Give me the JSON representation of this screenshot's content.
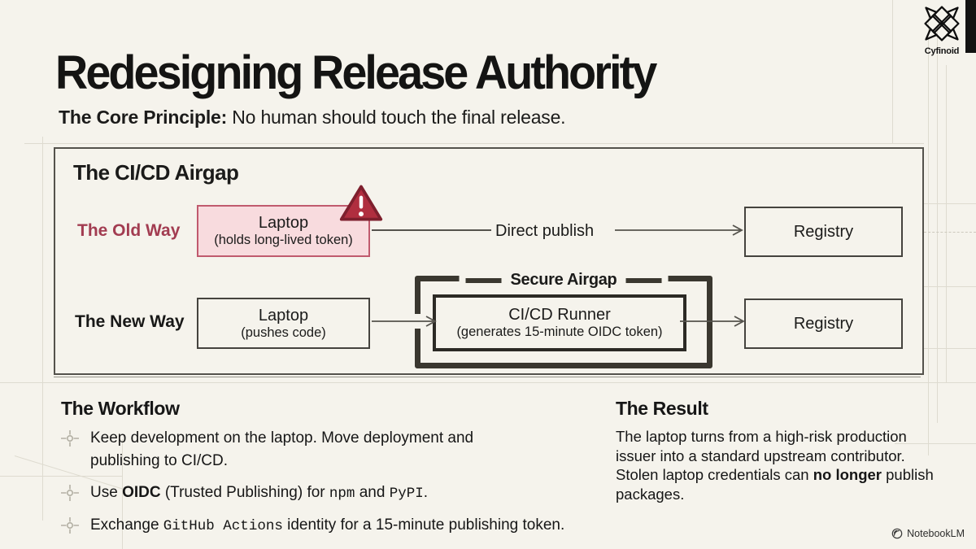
{
  "slide": {
    "title": "Redesigning Release Authority",
    "principle_label": "The Core Principle:",
    "principle_text": " No human should touch the final release."
  },
  "logo": {
    "name": "Cyfinoid"
  },
  "attribution": {
    "text": "NotebookLM"
  },
  "airgap_panel": {
    "heading": "The CI/CD Airgap",
    "old_way": {
      "row_label": "The Old Way",
      "node_title": "Laptop",
      "node_subtitle": "(holds long-lived token)",
      "edge_label": "Direct publish",
      "target_label": "Registry"
    },
    "new_way": {
      "row_label": "The New Way",
      "node_title": "Laptop",
      "node_subtitle": "(pushes code)",
      "airgap_label": "Secure Airgap",
      "runner_title": "CI/CD Runner",
      "runner_subtitle": "(generates 15-minute OIDC token)",
      "target_label": "Registry"
    }
  },
  "workflow": {
    "heading": "The Workflow",
    "items": [
      {
        "parts": [
          {
            "text": "Keep development on the laptop. Move deployment and"
          },
          {
            "text": "publishing to CI/CD."
          }
        ]
      },
      {
        "parts": [
          {
            "text": "Use "
          },
          {
            "text": "OIDC"
          },
          {
            "text": " (Trusted Publishing) for "
          },
          {
            "text": "npm"
          },
          {
            "text": " and "
          },
          {
            "text": "PyPI"
          },
          {
            "text": "."
          }
        ]
      },
      {
        "parts": [
          {
            "text": "Exchange "
          },
          {
            "text": "GitHub Actions"
          },
          {
            "text": " identity for a 15-minute publishing token."
          }
        ]
      }
    ]
  },
  "result": {
    "heading": "The Result",
    "parts": [
      {
        "text": "The laptop turns from a high-risk production issuer into a standard upstream contributor. Stolen laptop credentials can "
      },
      {
        "text": "no longer"
      },
      {
        "text": " publish packages."
      }
    ]
  },
  "colors": {
    "background": "#f5f3ec",
    "ink": "#1b1b1a",
    "panel_border": "#54524c",
    "old_way_accent": "#a23c51",
    "old_node_fill": "#f8dbde",
    "old_node_border": "#c05a6e",
    "warning_red": "#b02e3f",
    "airgap_border": "#3a372f",
    "blueprint_line": "#dedbd0"
  }
}
